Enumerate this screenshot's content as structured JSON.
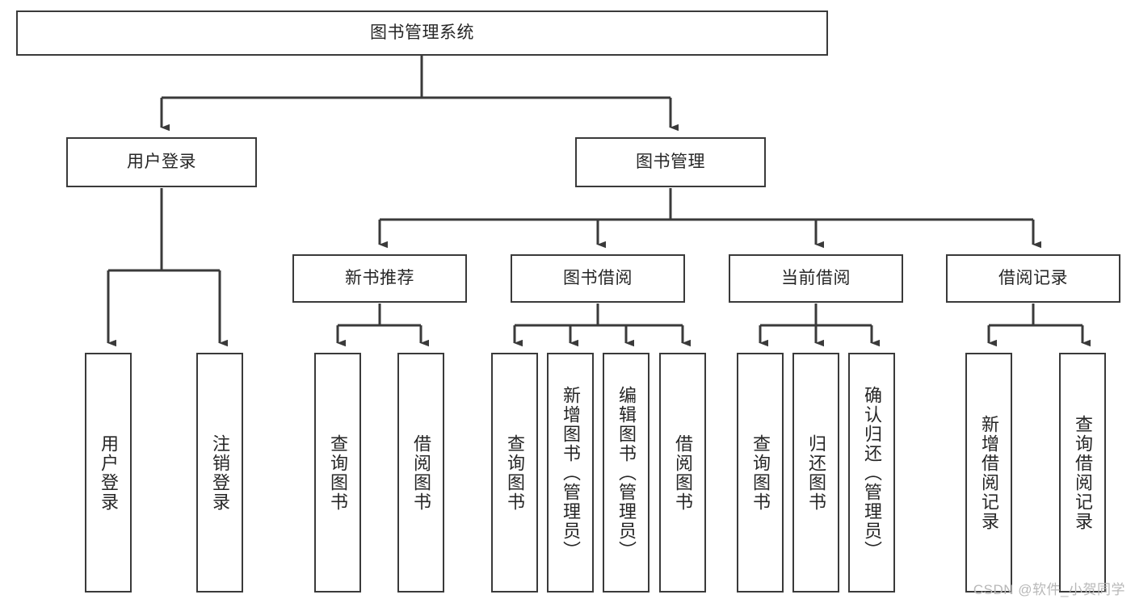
{
  "diagram": {
    "type": "tree",
    "title": "图书管理系统",
    "orientation": "top-down",
    "colors": {
      "box_border": "#3a3a3a",
      "box_fill": "#ffffff",
      "connector": "#3a3a3a",
      "text": "#262626",
      "watermark": "#b8b8b8",
      "background": "#ffffff"
    },
    "watermark": "CSDN @软件_小贺同学",
    "nodes": {
      "root": {
        "label": "图书管理系统"
      },
      "level1": [
        {
          "id": "user-login",
          "label": "用户登录"
        },
        {
          "id": "book-manage",
          "label": "图书管理"
        }
      ],
      "level2": [
        {
          "id": "new-book-rec",
          "label": "新书推荐"
        },
        {
          "id": "book-borrow",
          "label": "图书借阅"
        },
        {
          "id": "current-borrow",
          "label": "当前借阅"
        },
        {
          "id": "borrow-record",
          "label": "借阅记录"
        }
      ],
      "leaves": {
        "user_login": [
          {
            "id": "leaf-user-login",
            "label": "用户登录"
          },
          {
            "id": "leaf-logout",
            "label": "注销登录"
          }
        ],
        "new_book_rec": [
          {
            "id": "leaf-query-book-1",
            "label": "查询图书"
          },
          {
            "id": "leaf-borrow-book-1",
            "label": "借阅图书"
          }
        ],
        "book_borrow": [
          {
            "id": "leaf-query-book-2",
            "label": "查询图书"
          },
          {
            "id": "leaf-add-book",
            "label": "新增图书（管理员）"
          },
          {
            "id": "leaf-edit-book",
            "label": "编辑图书（管理员）"
          },
          {
            "id": "leaf-borrow-book-2",
            "label": "借阅图书"
          }
        ],
        "current_borrow": [
          {
            "id": "leaf-query-book-3",
            "label": "查询图书"
          },
          {
            "id": "leaf-return-book",
            "label": "归还图书"
          },
          {
            "id": "leaf-confirm-return",
            "label": "确认归还（管理员）"
          }
        ],
        "borrow_record": [
          {
            "id": "leaf-add-record",
            "label": "新增借阅记录"
          },
          {
            "id": "leaf-query-record",
            "label": "查询借阅记录"
          }
        ]
      }
    }
  }
}
